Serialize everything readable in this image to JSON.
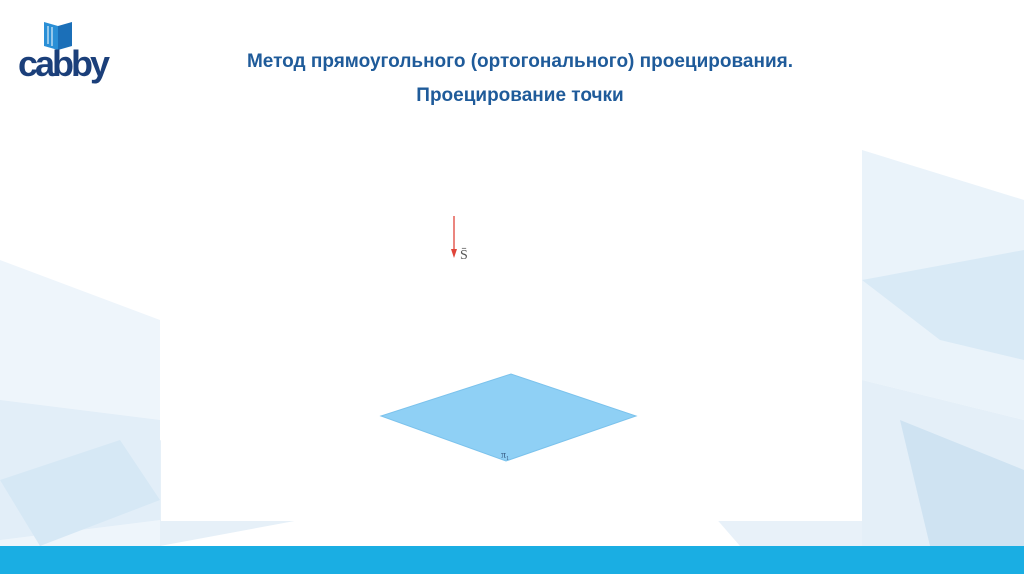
{
  "logo": {
    "text": "cabby"
  },
  "title": {
    "line1": "Метод прямоугольного (ортогонального) проецирования.",
    "line2": "Проецирование точки"
  },
  "diagram": {
    "vector_label": "S̄",
    "plane_label": "π₁"
  },
  "colors": {
    "title": "#1f5b9a",
    "bottom_bar": "#1aaee3",
    "plane_fill": "#8fd0f5",
    "vector": "#e0453a"
  }
}
